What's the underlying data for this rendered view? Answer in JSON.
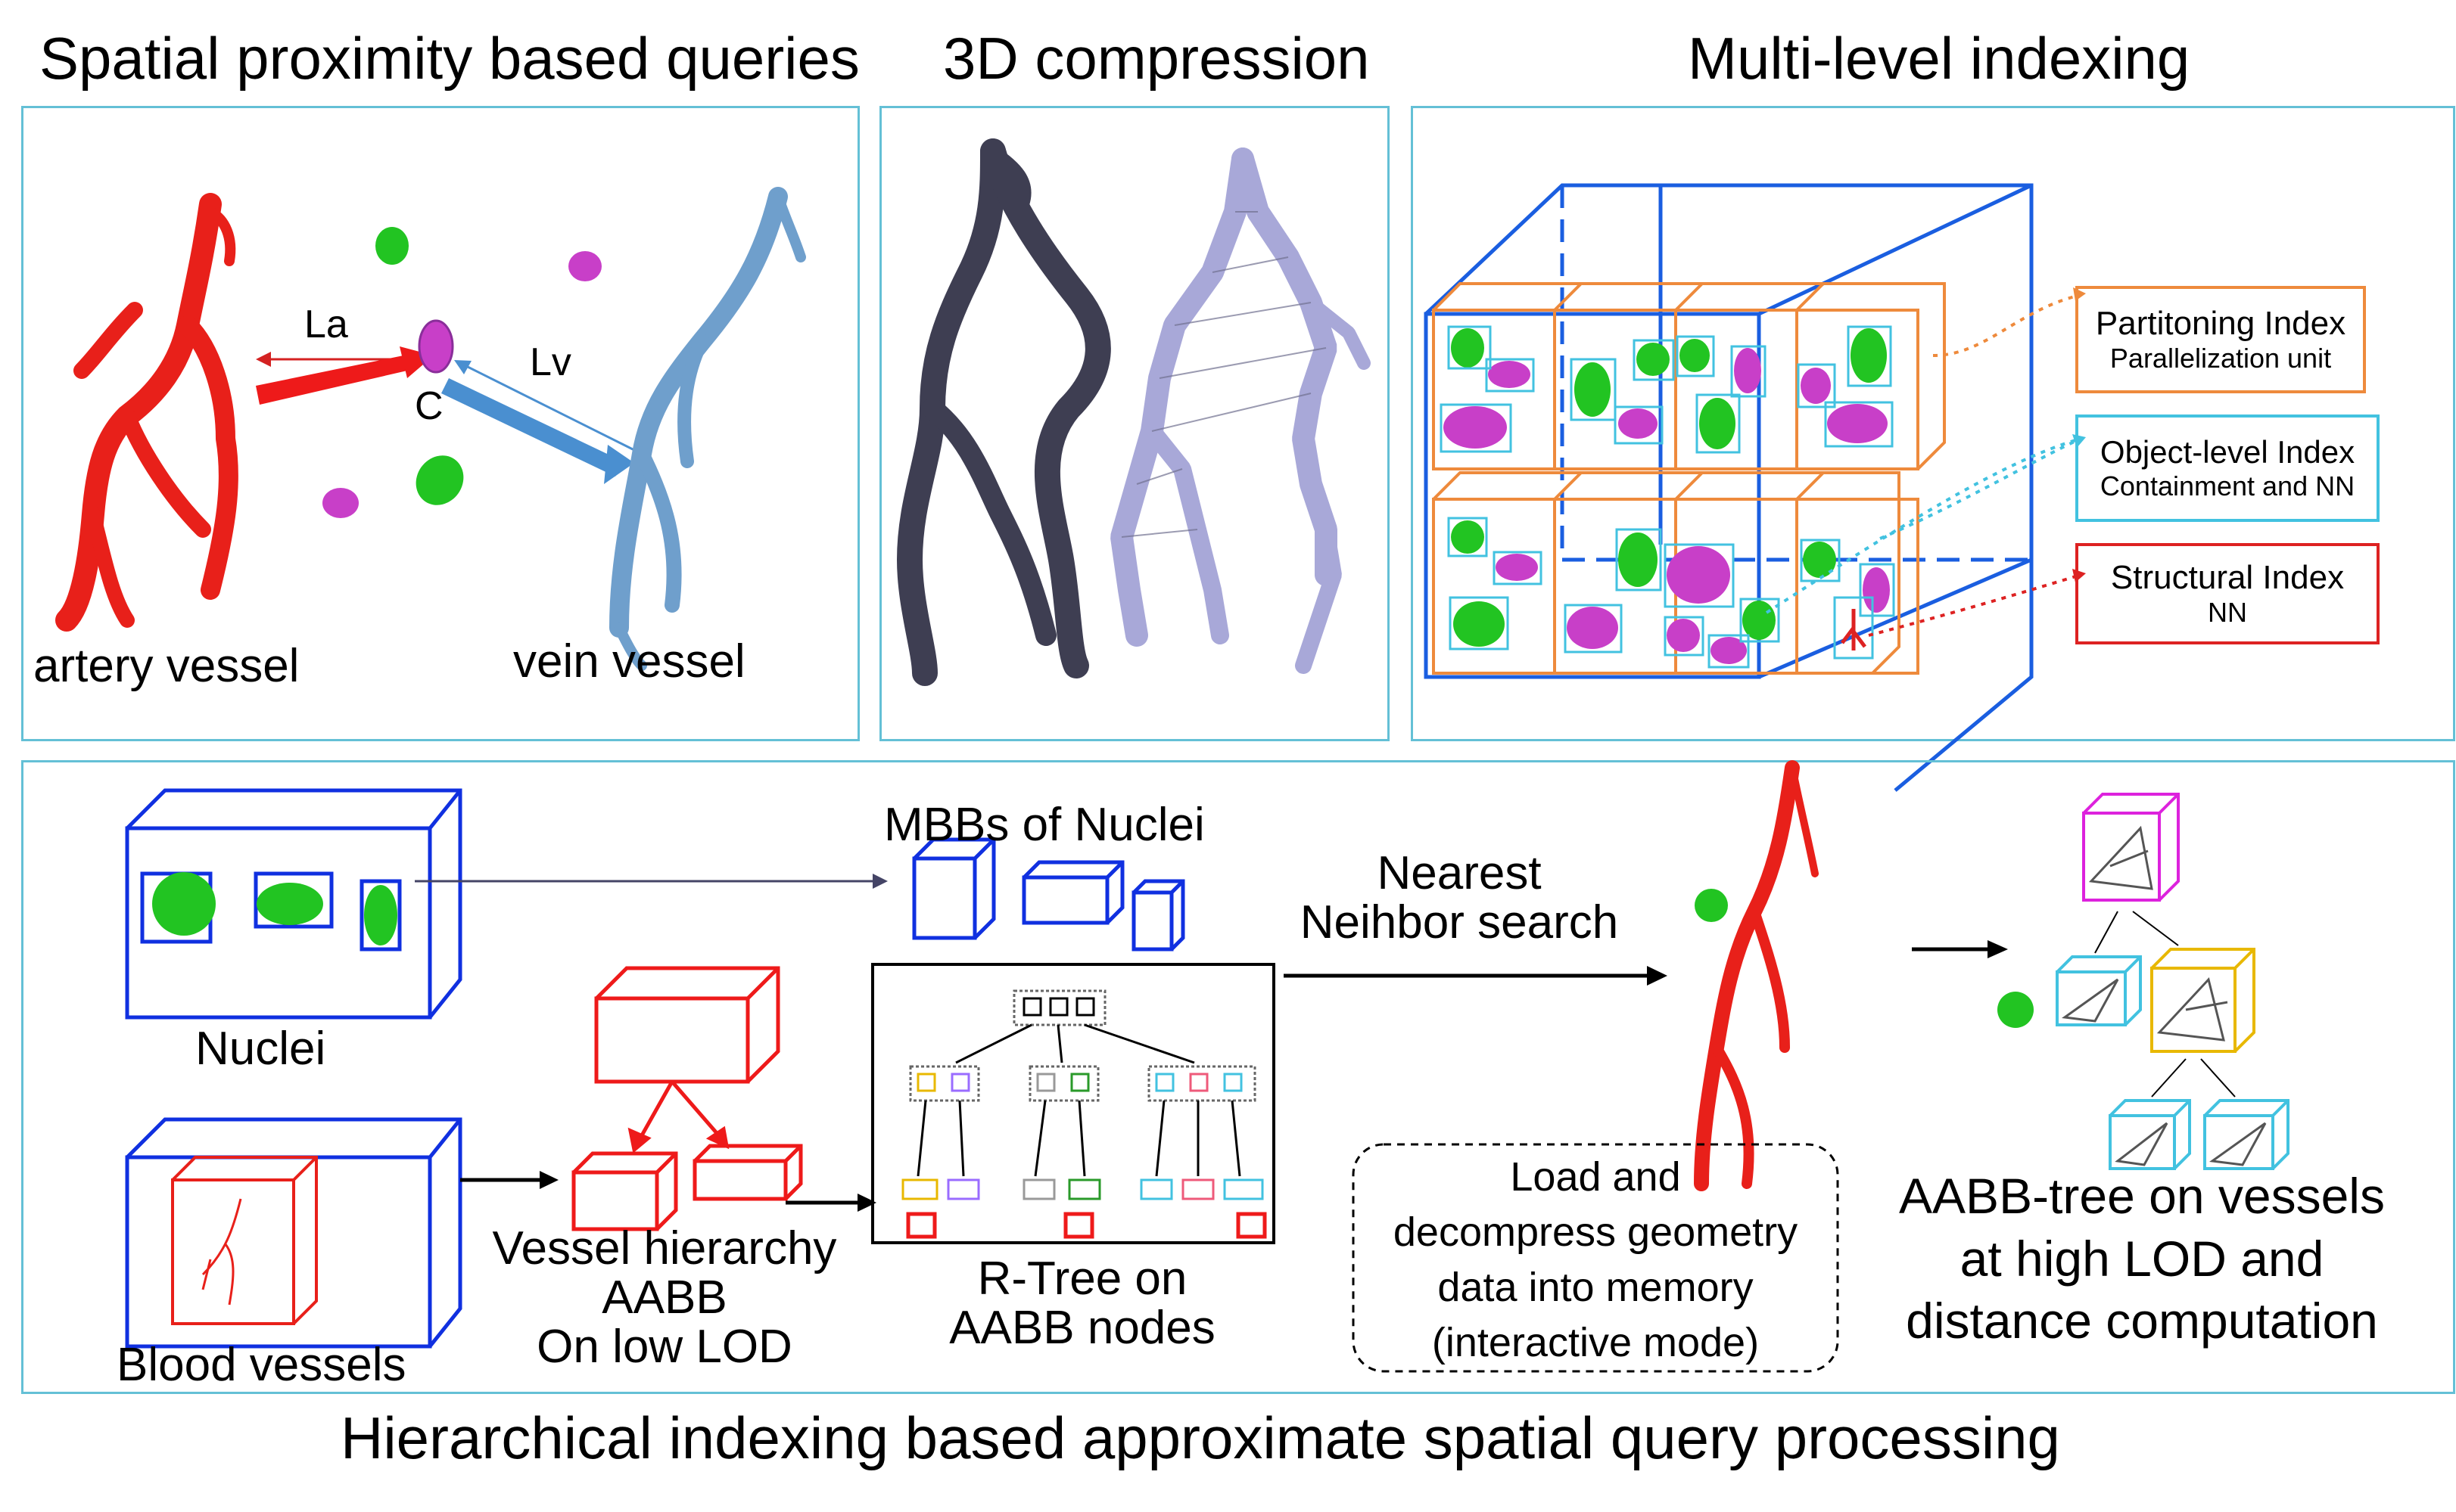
{
  "titles": {
    "spatial": "Spatial proximity based queries",
    "compression": "3D compression",
    "indexing": "Multi-level indexing",
    "bottom": "Hierarchical indexing based approximate spatial query processing"
  },
  "spatial_panel": {
    "la": "La",
    "lv": "Lv",
    "c": "C",
    "artery": "artery vessel",
    "vein": "vein vessel"
  },
  "index_panel": {
    "partition_title": "Partitoning Index",
    "partition_sub": "Parallelization unit",
    "object_title": "Object-level Index",
    "object_sub": "Containment and NN",
    "structural_title": "Structural Index",
    "structural_sub": "NN"
  },
  "bottom_panel": {
    "mbbs": "MBBs of Nuclei",
    "nuclei": "Nuclei",
    "blood_vessels": "Blood vessels",
    "vessel_hierarchy": [
      "Vessel hierarchy",
      "AABB",
      "On low LOD"
    ],
    "rtree": [
      "R-Tree on",
      "AABB nodes"
    ],
    "nn_search": [
      "Nearest",
      "Neihbor search"
    ],
    "load": [
      "Load and",
      "decompress geometry",
      "data into memory",
      "(interactive mode)"
    ],
    "aabb_tree": [
      "AABB-tree on vessels",
      "at high LOD and",
      "distance computation"
    ]
  },
  "colors": {
    "panel_border": "#64c0d6",
    "artery": "#e8201a",
    "vein": "#6f9fcc",
    "nucleus_green": "#22c422",
    "nucleus_purple": "#c83fc8",
    "partition": "#ee8a3c",
    "object": "#42c2e0",
    "structural": "#dd2222",
    "cube_blue": "#1030e0"
  }
}
